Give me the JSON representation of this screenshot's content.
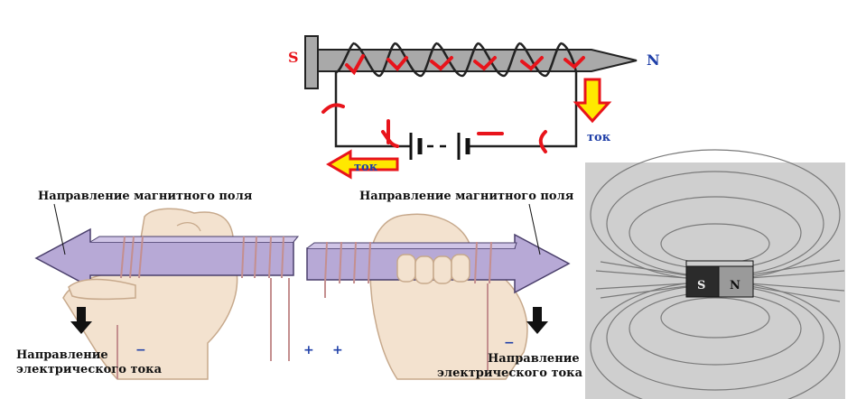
{
  "nail": {
    "pole_s": "S",
    "pole_n": "N",
    "current_right": "ток",
    "current_bottom": "ток",
    "battery_plus": "+",
    "battery_minus": "−"
  },
  "left_hand": {
    "field_label": "Направление магнитного поля",
    "current_label_line1": "Направление",
    "current_label_line2": "электрического тока",
    "sign_minus": "−",
    "sign_plus_1": "+",
    "sign_plus_2": "+"
  },
  "right_hand": {
    "field_label": "Направление магнитного поля",
    "current_label_line1": "Направление",
    "current_label_line2": "электрического тока",
    "sign_minus": "−"
  },
  "magnet": {
    "pole_s": "S",
    "pole_n": "N"
  },
  "colors": {
    "red": "#e8141b",
    "yellow": "#ffe800",
    "blue_text": "#1f3fa8",
    "arrow_fill": "#b7a9d6",
    "skin": "#f3e2cf",
    "wire": "#c48f8f",
    "photo_bg": "#cfcfcf"
  }
}
